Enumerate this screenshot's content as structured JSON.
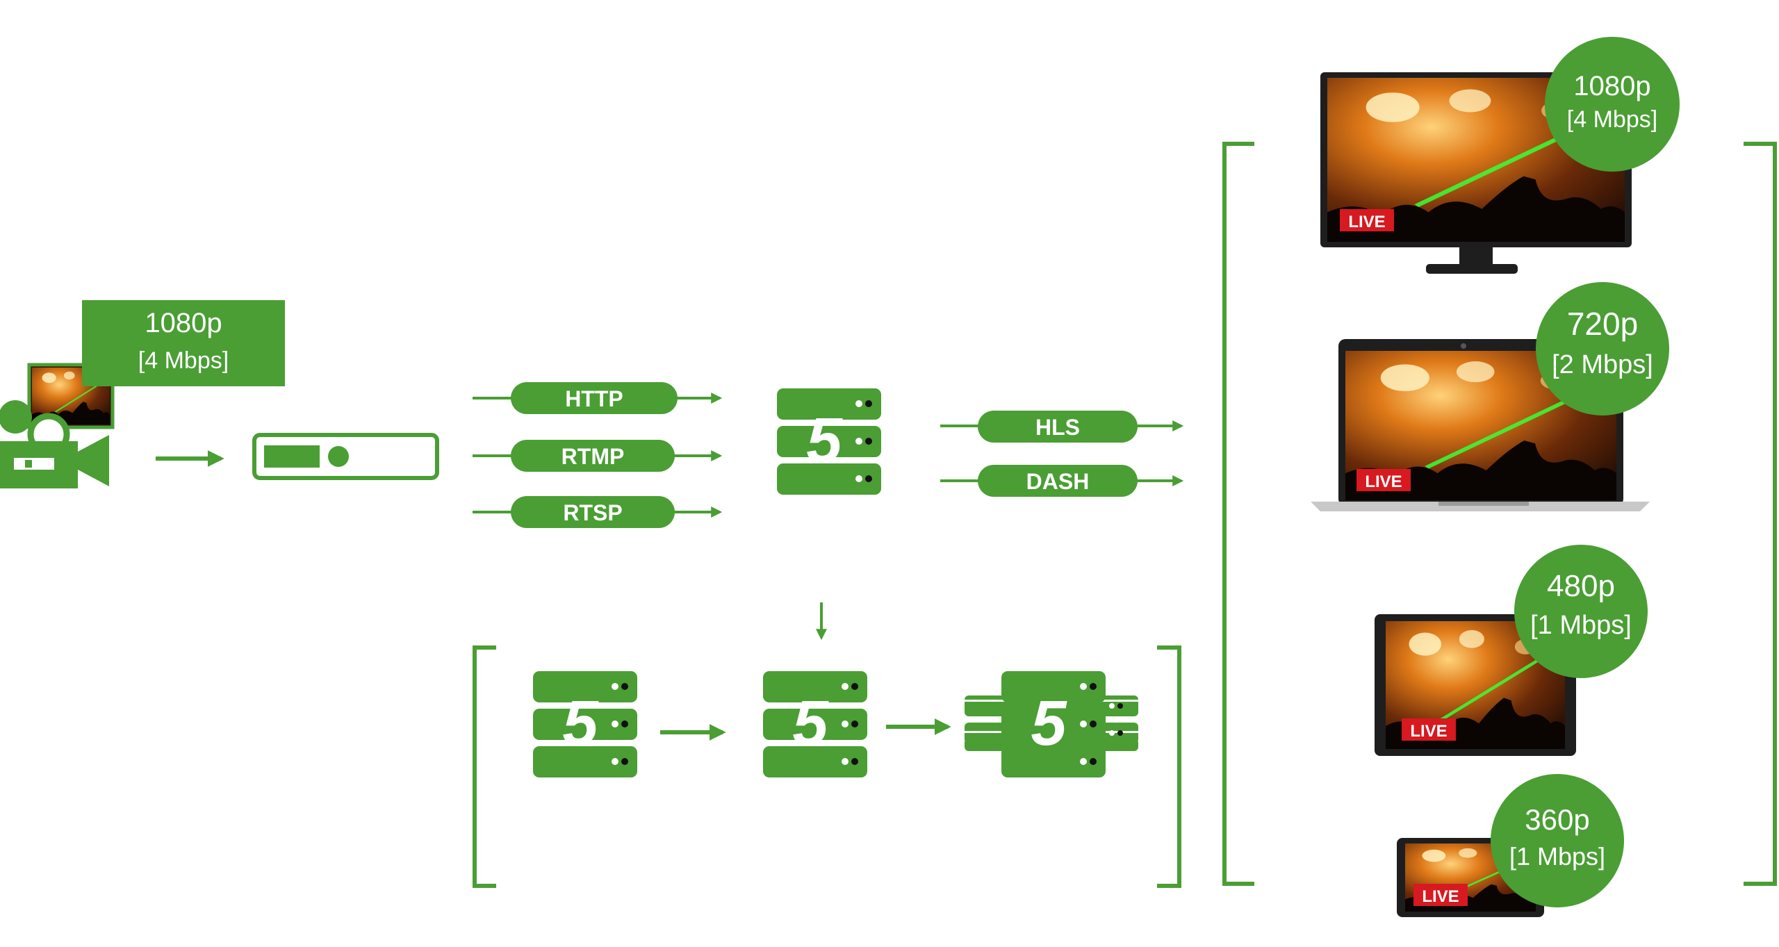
{
  "colors": {
    "accent": "#4a9e34",
    "live_badge": "#d71920",
    "device_frame": "#1e1e1e",
    "white": "#ffffff"
  },
  "source": {
    "resolution": "1080p",
    "bitrate": "[4 Mbps]"
  },
  "protocols_in": [
    "HTTP",
    "RTMP",
    "RTSP"
  ],
  "protocols_out": [
    "HLS",
    "DASH"
  ],
  "server_icon": "server-logo-5-icon",
  "devices": [
    {
      "type": "monitor",
      "resolution": "1080p",
      "bitrate": "[4 Mbps]",
      "badge": "LIVE"
    },
    {
      "type": "laptop",
      "resolution": "720p",
      "bitrate": "[2 Mbps]",
      "badge": "LIVE"
    },
    {
      "type": "tablet",
      "resolution": "480p",
      "bitrate": "[1 Mbps]",
      "badge": "LIVE"
    },
    {
      "type": "phone",
      "resolution": "360p",
      "bitrate": "[1 Mbps]",
      "badge": "LIVE"
    }
  ]
}
